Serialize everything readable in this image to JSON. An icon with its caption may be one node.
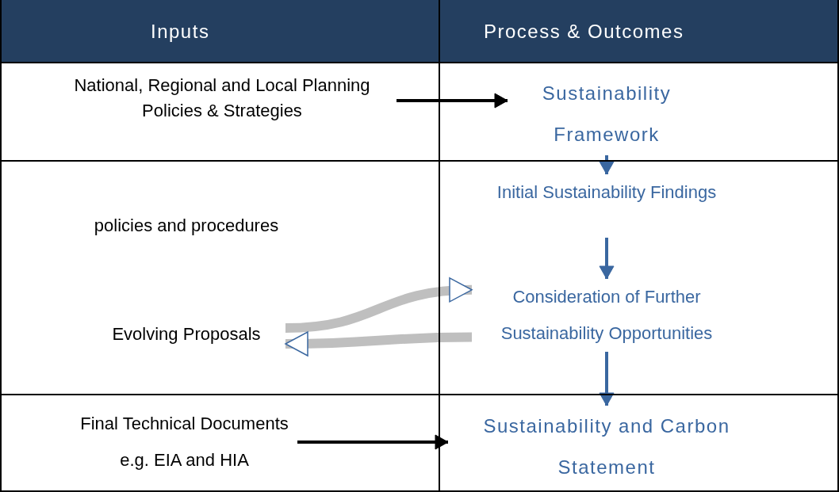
{
  "diagram": {
    "nodes": [
      {
        "text": [
          "National, Regional and Local Planning Policies & Strategies"
        ]
      },
      {
        "text": [
          "Sustainability Framework"
        ]
      },
      {
        "text": [
          "Initial Sustainability Findings"
        ]
      },
      {
        "text": [
          "Consideration of Further Sustainability Opportunities"
        ]
      },
      {
        "text": [
          "Sustainability and Carbon Statement"
        ]
      },
      {
        "text": [
          "policies and procedures"
        ]
      },
      {
        "text": [
          "Evolving Proposals"
        ]
      },
      {
        "text": [
          "Final Technical Documents e.g. EIA and HIA"
        ]
      }
    ],
    "edges": [
      {
        "from": 0,
        "to": 1,
        "arrow": "to",
        "color": "#000000"
      },
      {
        "from": 1,
        "to": 2,
        "arrow": "to"
      },
      {
        "from": 2,
        "to": 3,
        "arrow": "to"
      },
      {
        "from": 3,
        "to": 4,
        "arrow": "to"
      },
      {
        "from": 6,
        "to": 3,
        "arrow": "to",
        "style": "thick",
        "color": "#bfbfbf"
      },
      {
        "from": 3,
        "to": 6,
        "arrow": "to",
        "style": "thick",
        "color": "#bfbfbf"
      },
      {
        "from": 7,
        "to": 4,
        "arrow": "to",
        "color": "#000000"
      }
    ],
    "labels": [
      "Inputs",
      "Process & Outcomes"
    ]
  }
}
